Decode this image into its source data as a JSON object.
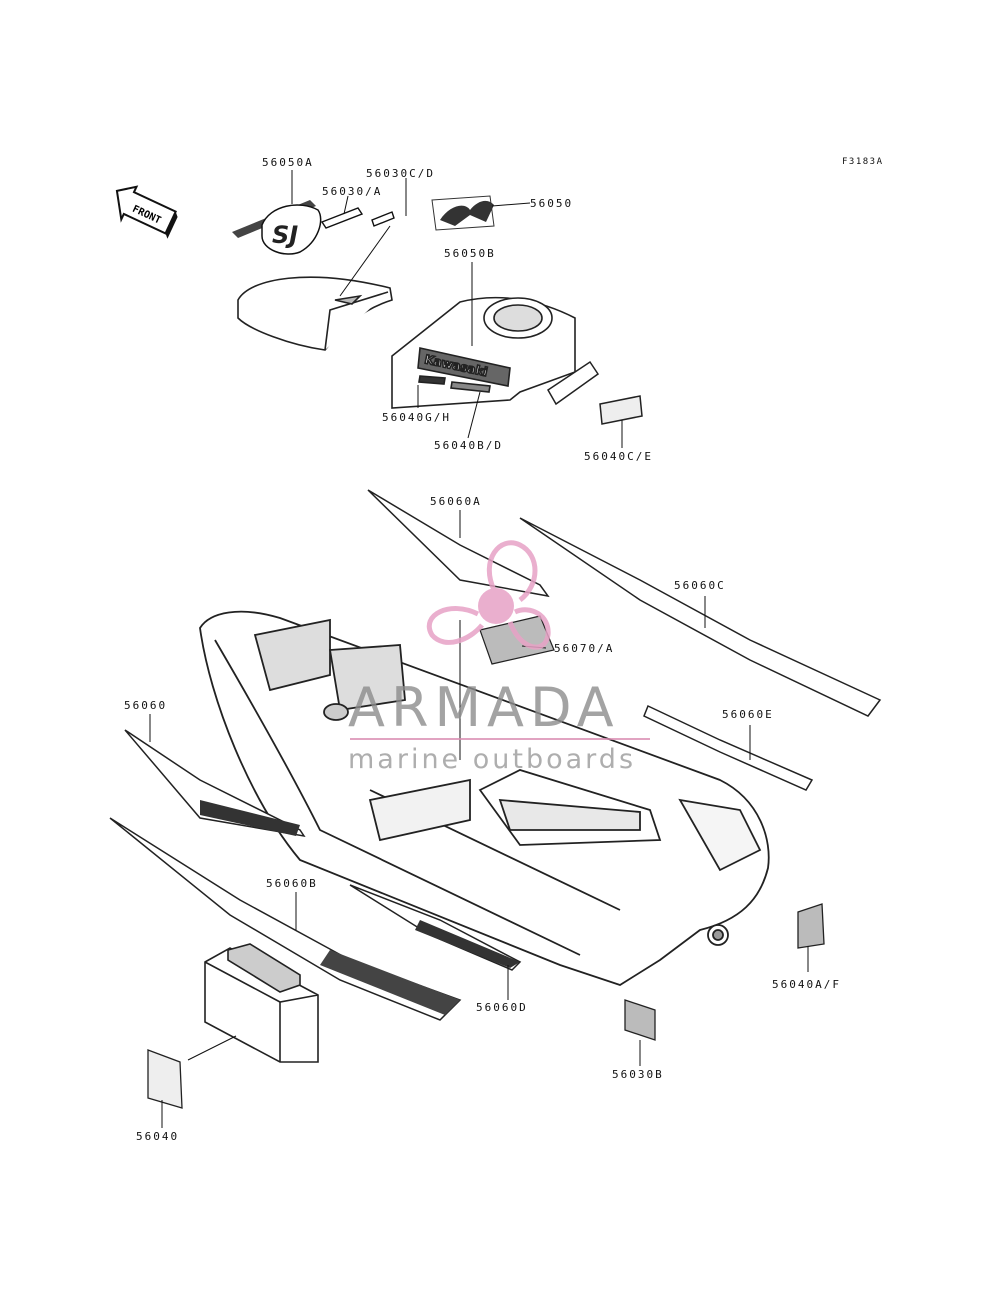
{
  "figure_code": "F3183A",
  "front_label": "FRONT",
  "watermark": {
    "brand": "ARMADA",
    "tagline": "marine outboards",
    "accent_color": "#e7a2c6"
  },
  "decal_texts": {
    "sj": "SJ",
    "hood": "Kawasaki"
  },
  "part_labels": {
    "p56050A": "56050A",
    "p56030CD": "56030C/D",
    "p56030A": "56030/A",
    "p56050": "56050",
    "p56050B": "56050B",
    "p56040GH": "56040G/H",
    "p56040BD": "56040B/D",
    "p56040CE": "56040C/E",
    "p56060A": "56060A",
    "p56060C": "56060C",
    "p56070A": "56070/A",
    "p56060": "56060",
    "p56060E": "56060E",
    "p56060B": "56060B",
    "p56060D": "56060D",
    "p56040AF": "56040A/F",
    "p56030B": "56030B",
    "p56040": "56040"
  }
}
